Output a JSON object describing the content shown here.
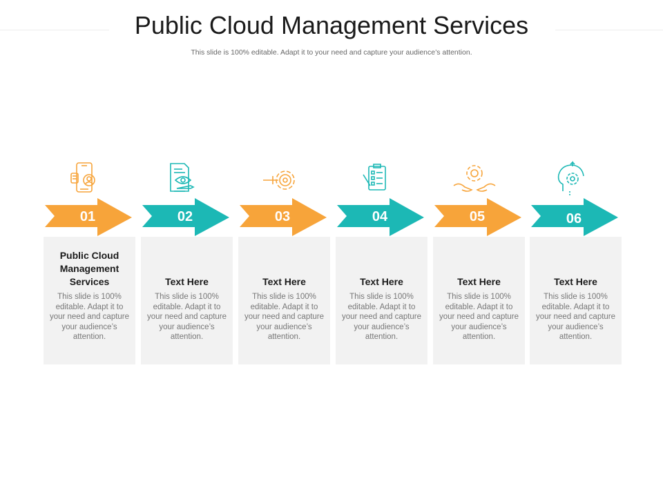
{
  "header": {
    "title": "Public Cloud Management Services",
    "subtitle": "This slide is 100% editable. Adapt it to your need and capture your audience’s attention."
  },
  "colors": {
    "orange": "#F7A43A",
    "teal": "#1CB8B5",
    "card": "#F2F2F2"
  },
  "steps": [
    {
      "number": "01",
      "color": "orange",
      "icon": "smartphone-user-icon",
      "title": "Public Cloud Management Services",
      "body": "This slide is 100% editable. Adapt it to your need and capture your audience’s attention."
    },
    {
      "number": "02",
      "color": "teal",
      "icon": "document-eye-pen-icon",
      "title": "Text Here",
      "body": "This slide is 100% editable. Adapt it to your need and capture your audience’s attention."
    },
    {
      "number": "03",
      "color": "orange",
      "icon": "gear-target-icon",
      "title": "Text Here",
      "body": "This slide is 100% editable. Adapt it to your need and capture your audience’s attention."
    },
    {
      "number": "04",
      "color": "teal",
      "icon": "checklist-clipboard-icon",
      "title": "Text Here",
      "body": "This slide is 100% editable. Adapt it to your need and capture your audience’s attention."
    },
    {
      "number": "05",
      "color": "orange",
      "icon": "hands-gear-icon",
      "title": "Text Here",
      "body": "This slide is 100% editable. Adapt it to your need and capture your audience’s attention."
    },
    {
      "number": "06",
      "color": "teal",
      "icon": "head-gear-cycle-icon",
      "title": "Text Here",
      "body": "This slide is 100% editable. Adapt it to your need and capture your audience’s attention."
    }
  ]
}
